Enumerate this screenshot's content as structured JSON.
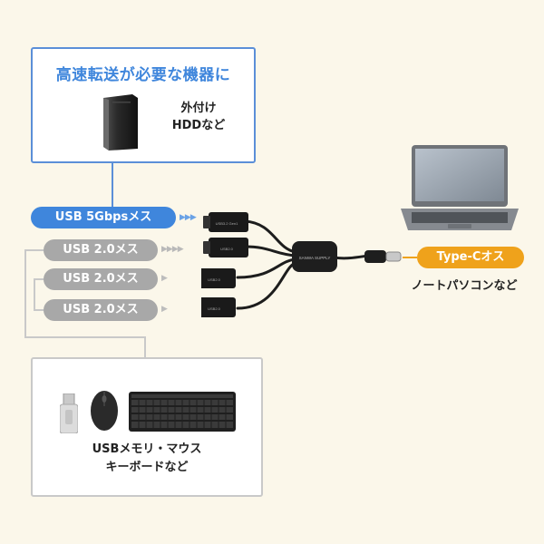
{
  "top_box": {
    "title": "高速転送が必要な機器に",
    "device_label_line1": "外付け",
    "device_label_line2": "HDDなど",
    "device_icon": "hdd-icon"
  },
  "ports": [
    {
      "label": "USB 5Gbpsメス",
      "color": "#3f86dc"
    },
    {
      "label": "USB 2.0メス",
      "color": "#a8a8a8"
    },
    {
      "label": "USB 2.0メス",
      "color": "#a8a8a8"
    },
    {
      "label": "USB 2.0メス",
      "color": "#a8a8a8"
    }
  ],
  "hub": {
    "port_labels": [
      "USB3.2 Gen1",
      "USB2.0",
      "USB2.0",
      "USB2.0"
    ],
    "brand": "SANWA SUPPLY"
  },
  "laptop": {
    "connector_label": "Type-Cオス",
    "connector_color": "#efa21b",
    "label": "ノートパソコンなど"
  },
  "bottom_box": {
    "label_line1": "USBメモリ・マウス",
    "label_line2": "キーボードなど",
    "icons": [
      "usb-memory-icon",
      "mouse-icon",
      "keyboard-icon"
    ]
  }
}
